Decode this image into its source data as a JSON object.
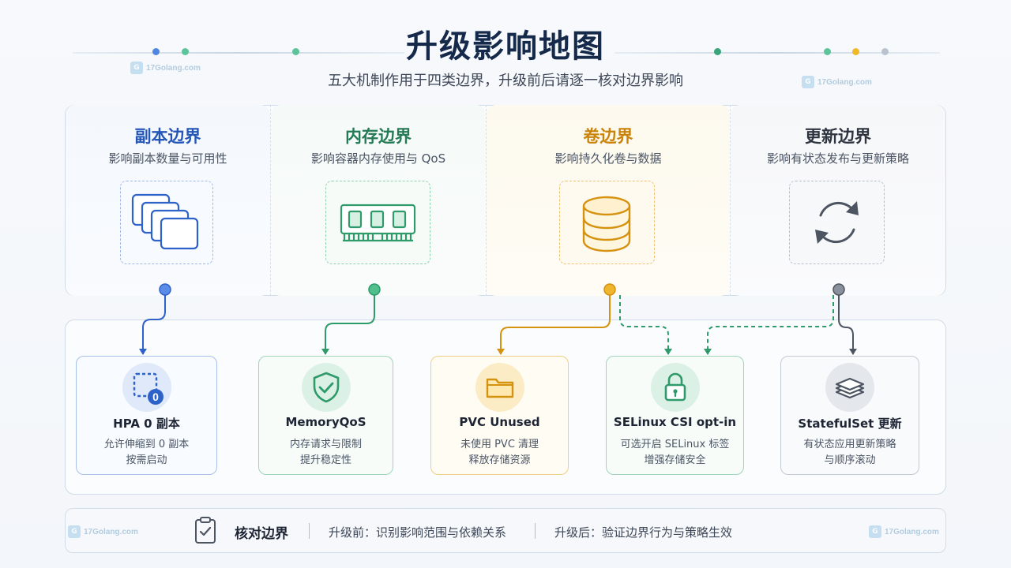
{
  "header": {
    "title": "升级影响地图",
    "subtitle": "五大机制作用于四类边界，升级前后请逐一核对边界影响"
  },
  "watermark": {
    "text": "17Golang.com"
  },
  "boundaries": [
    {
      "title": "副本边界",
      "subtitle": "影响副本数量与可用性",
      "icon": "stacked-cards-icon",
      "color": "#2d62c8"
    },
    {
      "title": "内存边界",
      "subtitle": "影响容器内存使用与 QoS",
      "icon": "memory-module-icon",
      "color": "#2f9a6a"
    },
    {
      "title": "卷边界",
      "subtitle": "影响持久化卷与数据",
      "icon": "database-icon",
      "color": "#d4920f"
    },
    {
      "title": "更新边界",
      "subtitle": "影响有状态发布与更新策略",
      "icon": "refresh-cycle-icon",
      "color": "#4d5563"
    }
  ],
  "mechanisms": [
    {
      "title": "HPA 0 副本",
      "desc1": "允许伸缩到 0 副本",
      "desc2": "按需启动",
      "icon": "zero-replica-icon",
      "badge": "0",
      "color": "#2d62c8"
    },
    {
      "title": "MemoryQoS",
      "desc1": "内存请求与限制",
      "desc2": "提升稳定性",
      "icon": "shield-check-icon",
      "color": "#2f9a6a"
    },
    {
      "title": "PVC Unused",
      "desc1": "未使用 PVC 清理",
      "desc2": "释放存储资源",
      "icon": "folder-icon",
      "color": "#d4920f"
    },
    {
      "title": "SELinux CSI opt-in",
      "desc1": "可选开启 SELinux 标签",
      "desc2": "增强存储安全",
      "icon": "lock-icon",
      "color": "#2f9a6a"
    },
    {
      "title": "StatefulSet 更新",
      "desc1": "有状态应用更新策略",
      "desc2": "与顺序滚动",
      "icon": "layers-icon",
      "color": "#4d5563"
    }
  ],
  "footer": {
    "label": "核对边界",
    "before": "升级前：识别影响范围与依赖关系",
    "after": "升级后：验证边界行为与策略生效"
  },
  "colors": {
    "blue": "#2d62c8",
    "green": "#2f9a6a",
    "gold": "#d4920f",
    "gray": "#4d5563"
  }
}
